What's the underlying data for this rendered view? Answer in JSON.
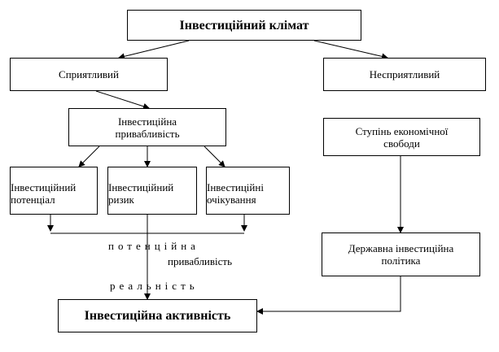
{
  "diagram": {
    "nodes": {
      "climate": "Інвестиційний клімат",
      "favorable": "Сприятливий",
      "unfavorable": "Несприятливий",
      "attractiveness_line1": "Інвестиційна",
      "attractiveness_line2": "привабливість",
      "potential_line1": "Інвестиційний",
      "potential_line2": "потенціал",
      "risk_line1": "Інвестиційний",
      "risk_line2": "ризик",
      "expectations_line1": "Інвестиційні",
      "expectations_line2": "очікування",
      "freedom_line1": "Ступінь економічної",
      "freedom_line2": "свободи",
      "policy_line1": "Державна інвестиційна",
      "policy_line2": "політика",
      "activity": "Інвестиційна активність"
    },
    "labels": {
      "potential_attr_line1": "потенційна",
      "potential_attr_line2": "привабливість",
      "real": "реальність"
    }
  }
}
